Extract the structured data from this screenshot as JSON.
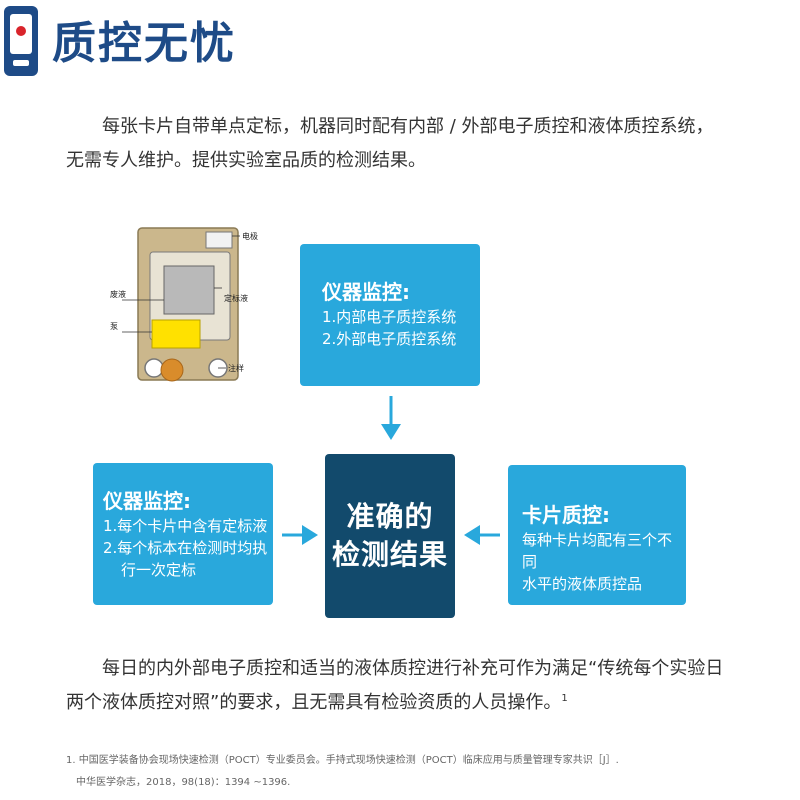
{
  "header": {
    "title": "质控无忧",
    "logo_icon": "device-icon",
    "brand_color": "#1e4b87",
    "accent_color": "#d9242b"
  },
  "intro_text": "每张卡片自带单点定标，机器同时配有内部 / 外部电子质控和液体质控系统，无需专人维护。提供实验室品质的检测结果。",
  "card_diagram": {
    "labels": {
      "electrode": "电极",
      "waste": "废液",
      "calibrant": "定标液",
      "pump": "泵",
      "injection": "注样"
    }
  },
  "flow": {
    "box_color": "#29a8dc",
    "center_color": "#124a6c",
    "top_box": {
      "heading": "仪器监控:",
      "lines": [
        "1.内部电子质控系统",
        "2.外部电子质控系统"
      ]
    },
    "left_box": {
      "heading": "仪器监控:",
      "lines": [
        "1.每个卡片中含有定标液",
        "2.每个标本在检测时均执",
        "行一次定标"
      ]
    },
    "right_box": {
      "heading": "卡片质控:",
      "lines": [
        "每种卡片均配有三个不同",
        "水平的液体质控品"
      ]
    },
    "center_box": {
      "lines": [
        "准确的",
        "检测结果"
      ]
    }
  },
  "outro_text": "每日的内外部电子质控和适当的液体质控进行补充可作为满足“传统每个实验日两个液体质控对照”的要求，且无需具有检验资质的人员操作。",
  "outro_ref": "1",
  "footnote": {
    "line1": "1. 中国医学装备协会现场快速检测（POCT）专业委员会。手持式现场快速检测（POCT）临床应用与质量管理专家共识［J］.",
    "line2": "中华医学杂志，2018，98(18)：1394 ~1396."
  }
}
